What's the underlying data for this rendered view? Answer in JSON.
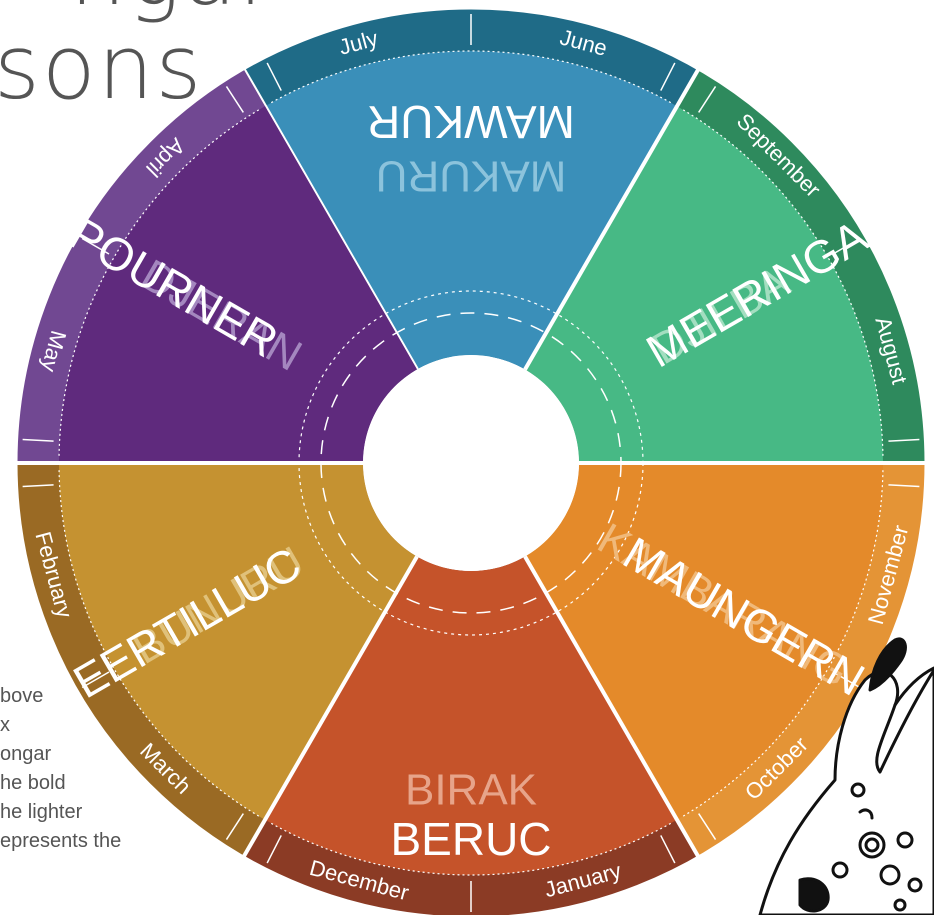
{
  "title": {
    "line1": "ngar",
    "line2": "sons"
  },
  "caption": {
    "lines": [
      "bove",
      "x",
      "ongar",
      "he bold",
      "he lighter",
      "epresents the"
    ]
  },
  "seasons": [
    {
      "id": "makuru",
      "name_light": "MAKURU",
      "name_bold": "MAWKUR",
      "months": [
        "July",
        "June"
      ],
      "color": "#3a8fb9",
      "band": "#1f6b87",
      "light_text": "#8cc3dc"
    },
    {
      "id": "djilba",
      "name_light": "DJILBA",
      "name_bold": "MEERINGAL",
      "months": [
        "September",
        "August"
      ],
      "color": "#47b985",
      "band": "#2e8a5d",
      "light_text": "#a3dec0"
    },
    {
      "id": "kambarang",
      "name_light": "KAMBARANG",
      "name_bold": "MAUNGERNAN",
      "months": [
        "November",
        "October"
      ],
      "color": "#e48a2a",
      "band": "#e49436",
      "light_text": "#f0b97a"
    },
    {
      "id": "birak",
      "name_light": "BIRAK",
      "name_bold": "BERUC",
      "months": [
        "January",
        "December"
      ],
      "color": "#c5532a",
      "band": "#8b3b25",
      "light_text": "#e7a48a"
    },
    {
      "id": "bunuru",
      "name_light": "BUNURU",
      "name_bold": "MEERTILLUC",
      "months": [
        "March",
        "February"
      ],
      "color": "#c59231",
      "band": "#9a6a24",
      "light_text": "#e0c17a"
    },
    {
      "id": "djeran",
      "name_light": "DJERAN",
      "name_bold": "POURNER",
      "months": [
        "May",
        "April"
      ],
      "color": "#5f2a7d",
      "band": "#714892",
      "light_text": "#a487bf"
    }
  ],
  "colors": {
    "bold_text": "#ffffff",
    "center": "#ffffff",
    "animal_stroke": "#111111"
  },
  "icons": [
    "animal-illustration"
  ]
}
